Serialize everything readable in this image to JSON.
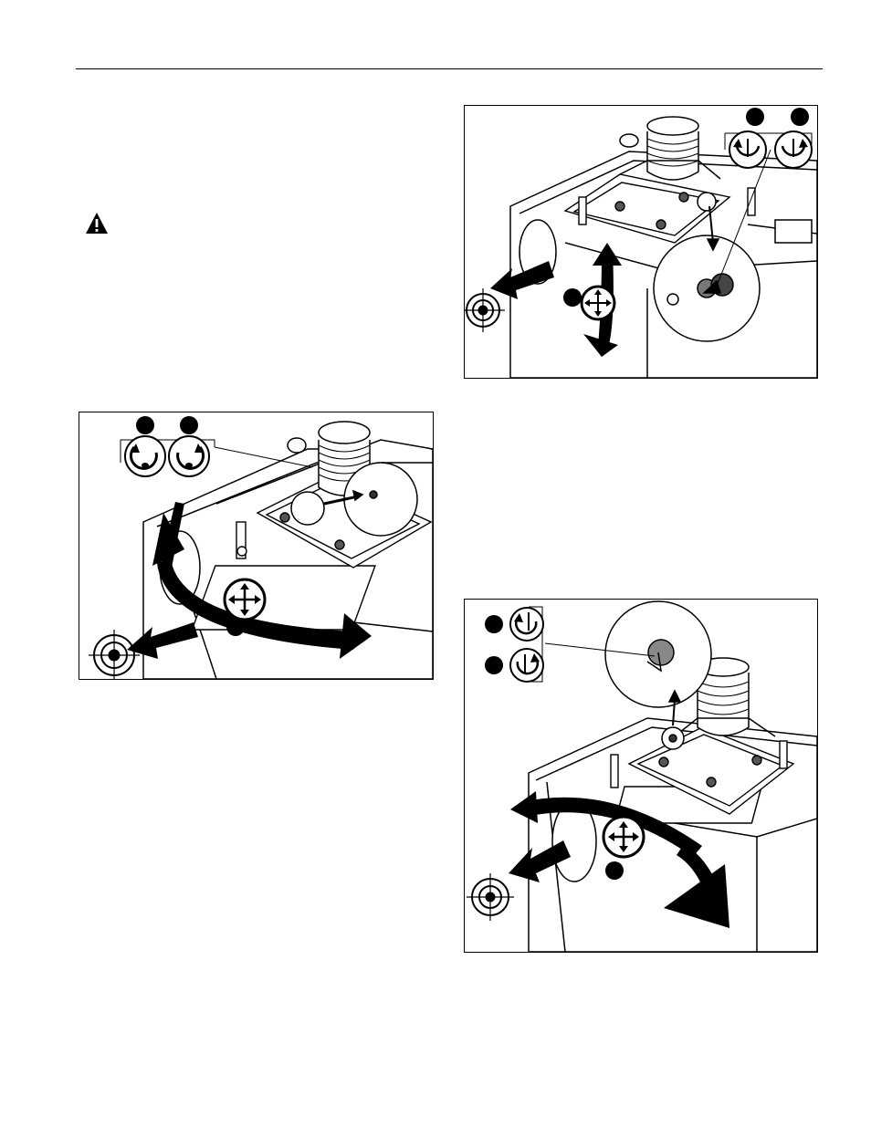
{
  "page": {
    "background": "#ffffff",
    "ink": "#000000"
  },
  "warning": {
    "icon": "warning-triangle-icon"
  },
  "figures": [
    {
      "id": "tilt-adjust-left-panel",
      "icon": "multidirection-arrows-icon"
    },
    {
      "id": "roll-adjust-top-right-panel",
      "icon": "multidirection-arrows-icon"
    },
    {
      "id": "yaw-adjust-bottom-right-panel",
      "icon": "multidirection-arrows-icon"
    }
  ]
}
